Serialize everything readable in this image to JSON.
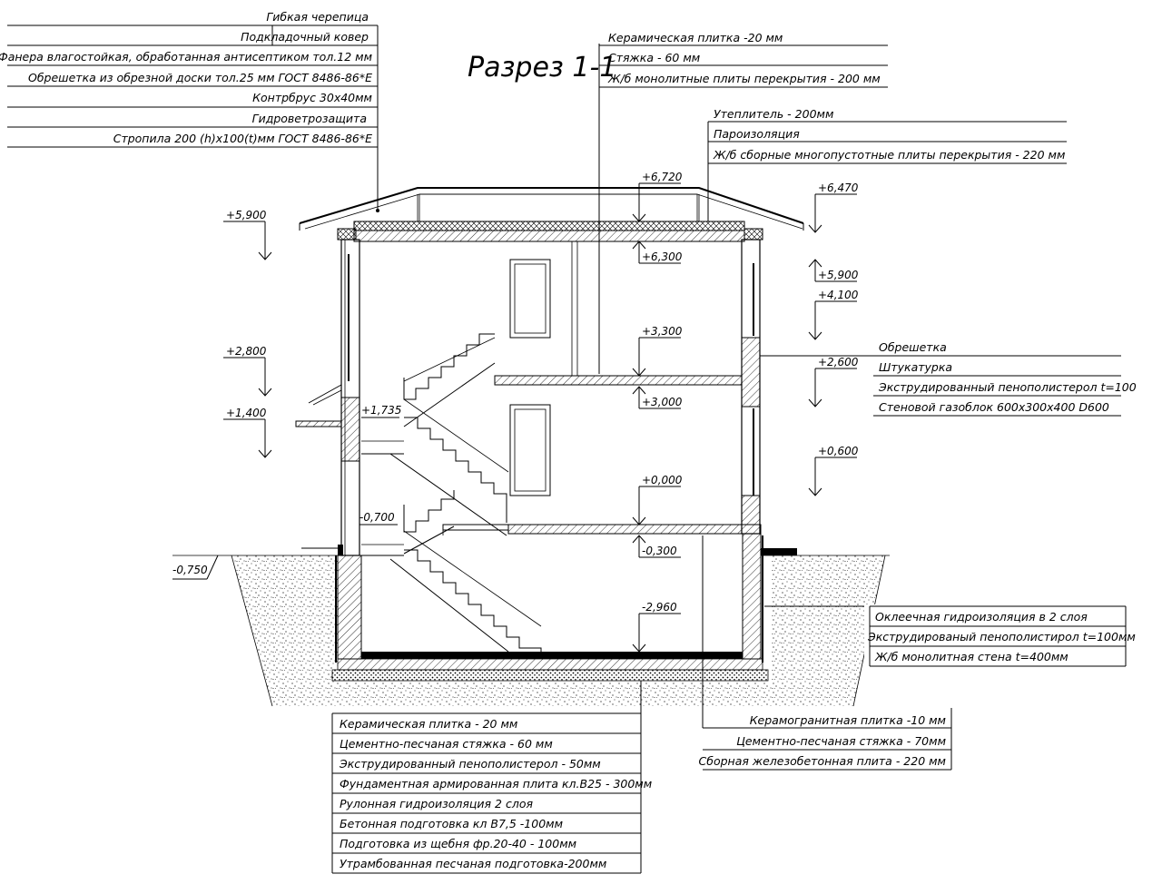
{
  "title": "Разрез 1-1",
  "roof_layers": [
    "Гибкая черепица",
    "Подкладочный ковер",
    "Фанера влагостойкая, обработанная антисептиком тол.12 мм",
    "Обрешетка из обрезной доски тол.25 мм ГОСТ 8486-86*Е",
    "Контрбрус 30х40мм",
    "Гидроветрозащита",
    "Стропила 200 (h)х100(t)мм ГОСТ 8486-86*Е"
  ],
  "floor2_layers": [
    "Керамическая плитка -20 мм",
    "Стяжка - 60 мм",
    "Ж/б монолитные плиты перекрытия - 200 мм"
  ],
  "attic_layers": [
    "Утеплитель - 200мм",
    "Пароизоляция",
    "Ж/б сборные многопустотные плиты перекрытия - 220 мм"
  ],
  "wall_layers": [
    "Обрешетка",
    "Штукатурка",
    "Экструдированный пенополистерол t=100",
    "Стеновой газоблок 600х300х400 D600"
  ],
  "basement_wall_layers": [
    "Оклеечная гидроизоляция в 2 слоя",
    "Экструдированый пенополистирол t=100мм",
    "Ж/б монолитная стена t=400мм"
  ],
  "basement_floor_layers": [
    "Керамическая  плитка - 20 мм",
    "Цементно-песчаная стяжка -  60 мм",
    "Экструдированный пенополистерол - 50мм",
    "Фундаментная армированная плита кл.В25 - 300мм",
    "Рулонная гидроизоляция 2 слоя",
    "Бетонная подготовка кл В7,5 -100мм",
    "Подготовка из щебня фр.20-40 - 100мм",
    "Утрамбованная песчаная подготовка-200мм"
  ],
  "floor1_layers": [
    "Керамогранитная плитка -10 мм",
    "Цементно-песчаная стяжка - 70мм",
    "Сборная железобетонная плита - 220 мм"
  ],
  "elevations": {
    "e6720": "+6,720",
    "e6470": "+6,470",
    "e6300": "+6,300",
    "e5900L": "+5,900",
    "e5900R": "+5,900",
    "e4100": "+4,100",
    "e3300": "+3,300",
    "e3000": "+3,000",
    "e2800": "+2,800",
    "e2600": "+2,600",
    "e1735": "+1,735",
    "e1400": "+1,400",
    "e0600": "+0,600",
    "e0000": "+0,000",
    "em0300": "-0,300",
    "em0700": "-0,700",
    "em0750": "-0,750",
    "em2960": "-2,960"
  }
}
